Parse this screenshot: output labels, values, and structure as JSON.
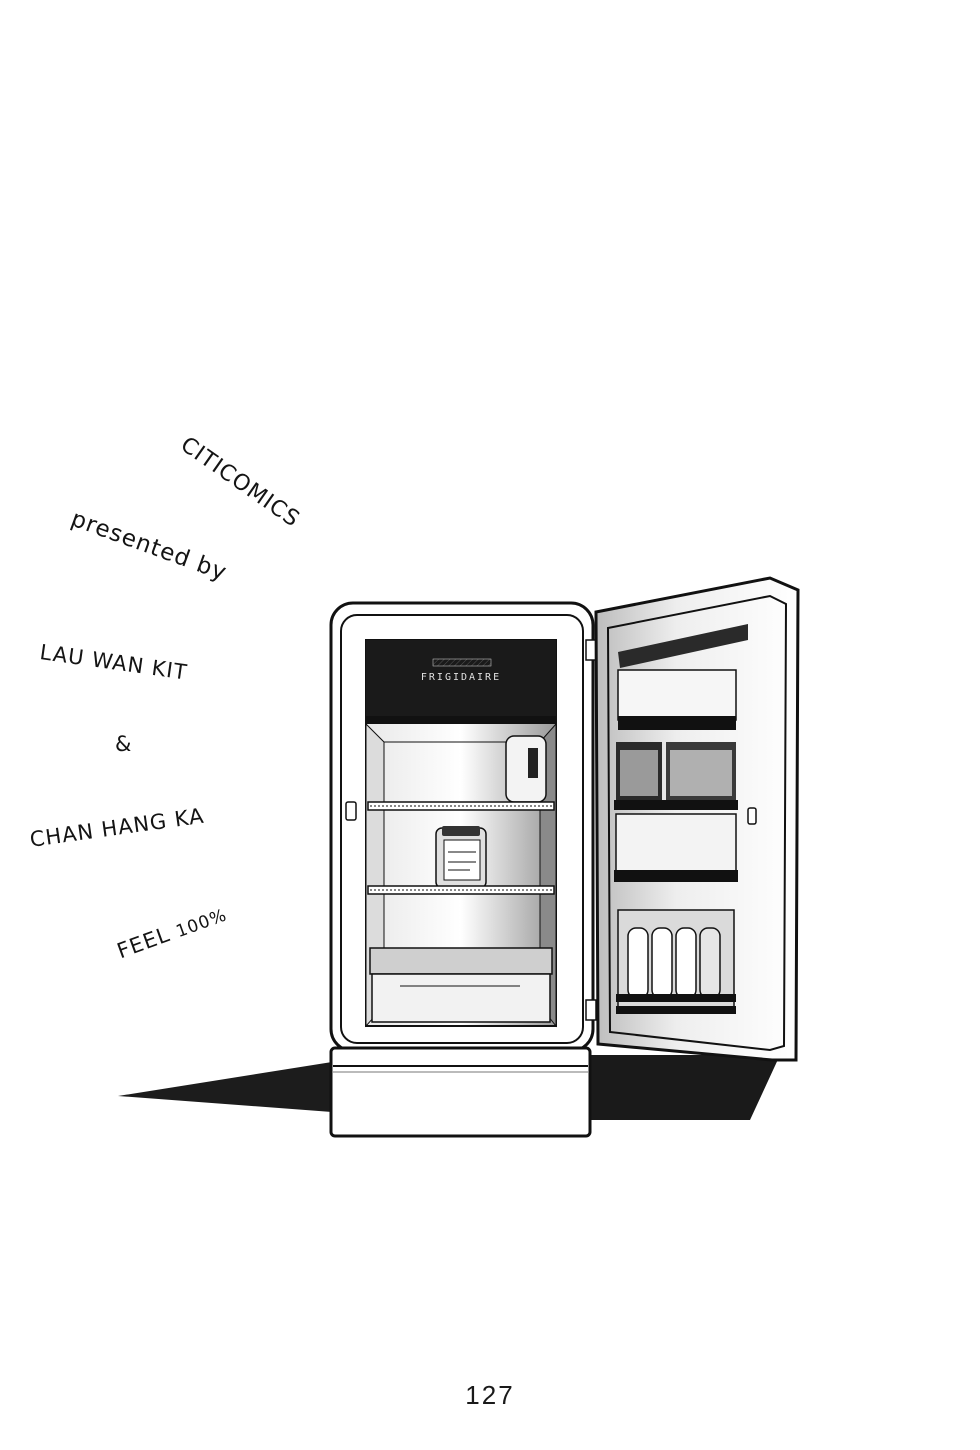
{
  "credits": {
    "publisher": "CITICOMICS",
    "presented_by": "presented by",
    "author_1": "LAU WAN KIT",
    "ampersand": "&",
    "author_2": "CHAN HANG KA",
    "feel_word": "FEEL",
    "feel_value": "100%"
  },
  "fridge": {
    "brand_plate": "FRIGIDAIRE"
  },
  "page": {
    "number": "127"
  },
  "colors": {
    "ink": "#111111",
    "paper": "#ffffff",
    "shadow": "#1c1c1c"
  }
}
